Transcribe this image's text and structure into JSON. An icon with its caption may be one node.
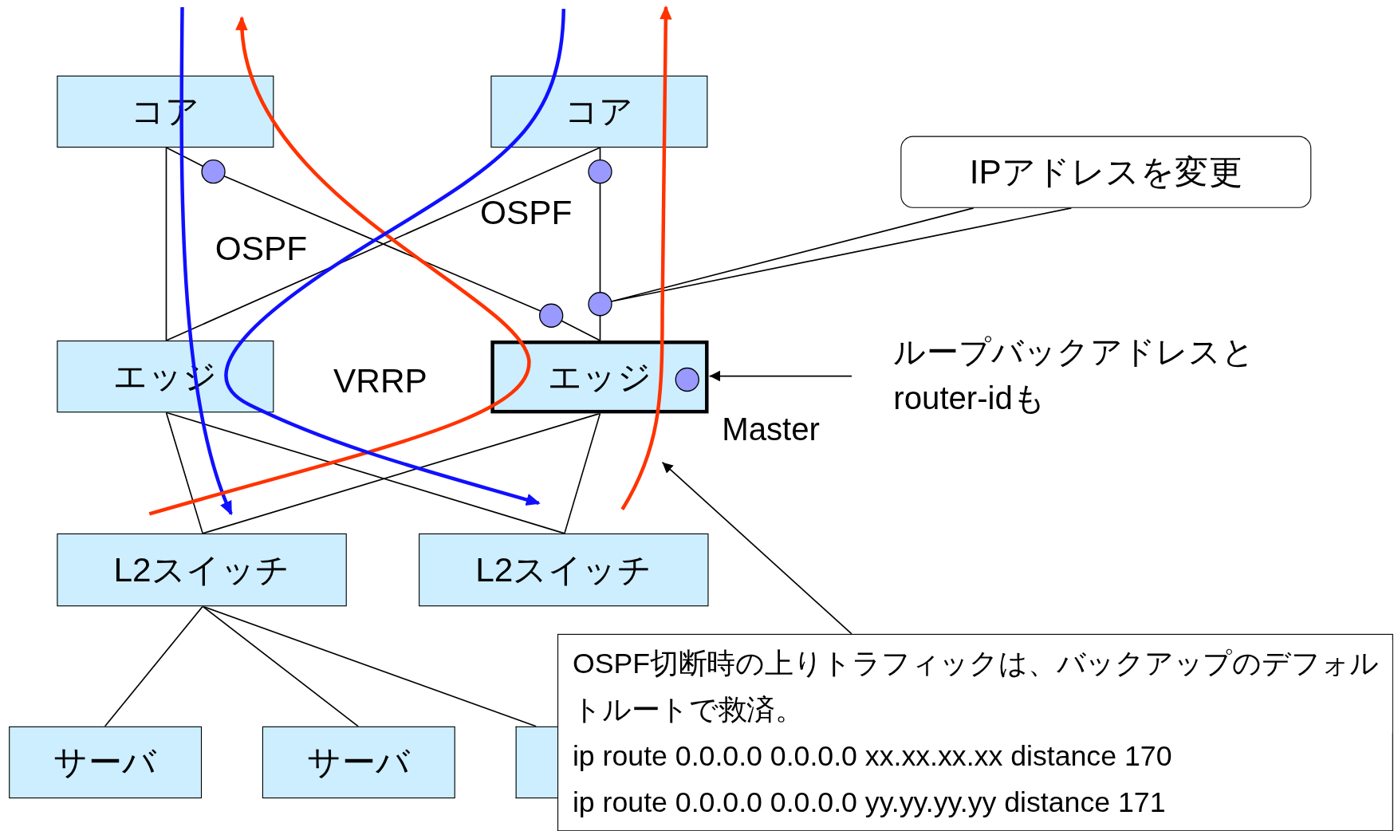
{
  "diagram": {
    "nodes": [
      {
        "text": [
          "コア"
        ]
      },
      {
        "text": [
          "コア"
        ]
      },
      {
        "text": [
          "IPアドレスを変更"
        ]
      },
      {
        "text": [],
        "shape": "circle"
      },
      {
        "text": [],
        "shape": "circle"
      },
      {
        "text": [],
        "shape": "circle"
      },
      {
        "text": [],
        "shape": "circle"
      },
      {
        "text": [
          "エッジ"
        ]
      },
      {
        "text": [
          "ループバックアドレスと router-idも"
        ]
      },
      {
        "text": [
          "エッジ"
        ],
        "beside": [
          "Master"
        ]
      },
      {
        "text": [],
        "shape": "circle",
        "in": 9
      },
      {
        "text": [
          "L2スイッチ"
        ]
      },
      {
        "text": [
          "L2スイッチ"
        ]
      },
      {
        "text": [
          "OSPF切断時の上りトラフィックは、バックアップのデフォルトルートで救済。",
          "ip route 0.0.0.0 0.0.0.0 xx.xx.xx.xx distance 170",
          "ip route 0.0.0.0 0.0.0.0 yy.yy.yy.yy distance 171"
        ]
      },
      {
        "text": [
          "サーバ"
        ]
      },
      {
        "text": [
          "サーバ"
        ]
      },
      {
        "text": [],
        "shape": "box"
      }
    ],
    "edges": [
      {
        "from": 0,
        "to": 7,
        "arrow": "none"
      },
      {
        "from": 0,
        "to": 3,
        "arrow": "none"
      },
      {
        "from": 3,
        "to": 5,
        "arrow": "none"
      },
      {
        "from": 5,
        "to": 9,
        "arrow": "none"
      },
      {
        "from": 1,
        "to": 7,
        "arrow": "none"
      },
      {
        "from": 1,
        "to": 4,
        "arrow": "none"
      },
      {
        "from": 4,
        "to": 6,
        "arrow": "none"
      },
      {
        "from": 6,
        "to": 9,
        "arrow": "none"
      },
      {
        "from": 2,
        "to": 6,
        "arrow": "none"
      },
      {
        "from": 8,
        "to": 9,
        "arrow": "to"
      },
      {
        "from": 7,
        "to": 11,
        "arrow": "none"
      },
      {
        "from": 7,
        "to": 12,
        "arrow": "none"
      },
      {
        "from": 9,
        "to": 11,
        "arrow": "none"
      },
      {
        "from": 9,
        "to": 12,
        "arrow": "none"
      },
      {
        "from": 11,
        "to": 14,
        "arrow": "none"
      },
      {
        "from": 11,
        "to": 15,
        "arrow": "none"
      },
      {
        "from": 11,
        "to": 16,
        "arrow": "none"
      },
      {
        "from": 13,
        "to": null,
        "arrow": "to"
      }
    ],
    "labels": [
      "OSPF",
      "OSPF",
      "VRRP"
    ]
  }
}
